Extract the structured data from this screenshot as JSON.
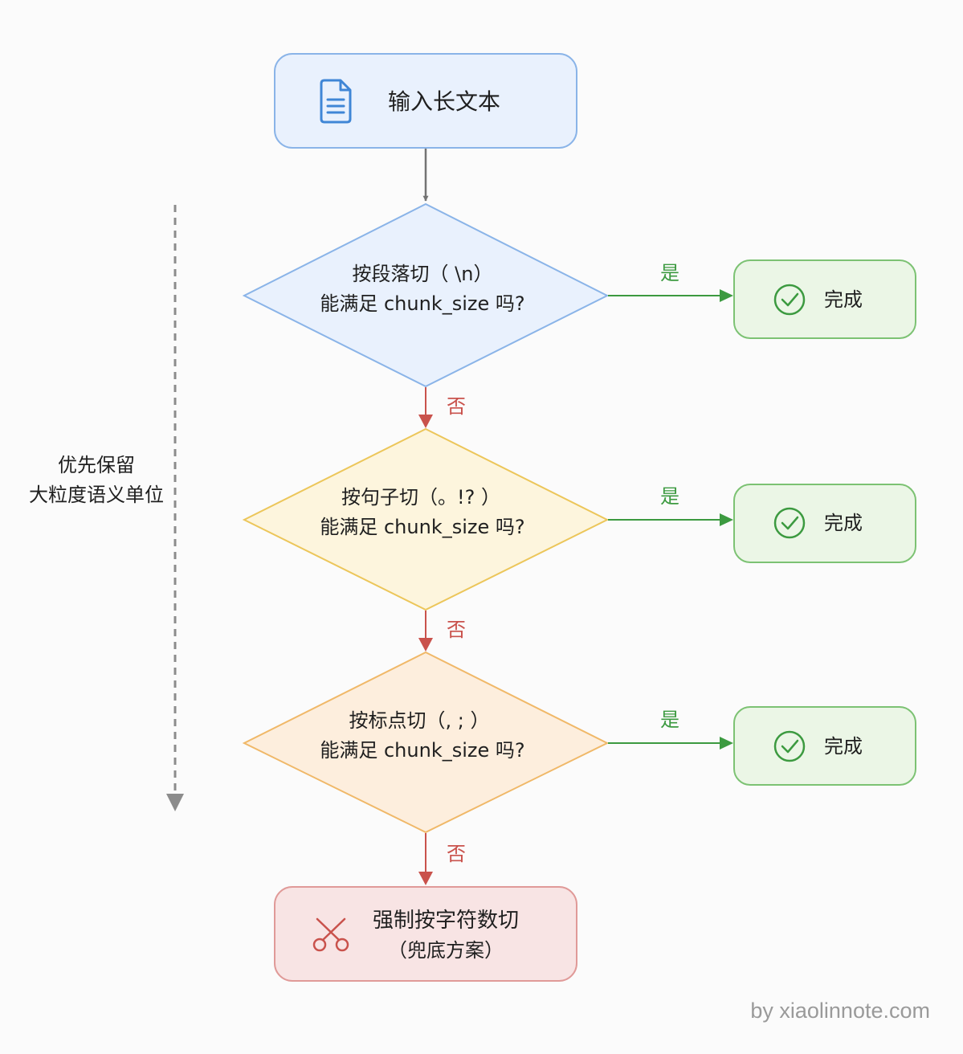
{
  "start": {
    "label": "输入长文本",
    "icon": "document-icon"
  },
  "decisions": [
    {
      "line1": "按段落切（ \\n）",
      "line2": "能满足 chunk_size 吗?",
      "yes_label": "是",
      "no_label": "否",
      "done_label": "完成"
    },
    {
      "line1": "按句子切（。!? ）",
      "line2": "能满足 chunk_size 吗?",
      "yes_label": "是",
      "no_label": "否",
      "done_label": "完成"
    },
    {
      "line1": "按标点切（, ; ）",
      "line2": "能满足 chunk_size 吗?",
      "yes_label": "是",
      "no_label": "否",
      "done_label": "完成"
    }
  ],
  "fallback": {
    "line1": "强制按字符数切",
    "line2": "（兜底方案）",
    "icon": "scissors-icon"
  },
  "priority": {
    "line1": "优先保留",
    "line2": "大粒度语义单位"
  },
  "watermark": "by xiaolinnote.com",
  "colors": {
    "start_fill": "#e9f1fd",
    "start_stroke": "#8ab4e8",
    "d1_fill": "#e9f1fd",
    "d1_stroke": "#8ab4e8",
    "d2_fill": "#fdf5dd",
    "d2_stroke": "#ecc65a",
    "d3_fill": "#fdeedd",
    "d3_stroke": "#f0b868",
    "done_fill": "#ebf6e6",
    "done_stroke": "#7cc273",
    "fallback_fill": "#f8e4e4",
    "fallback_stroke": "#e09a98",
    "yes_green": "#3c9a40",
    "no_red": "#c9524c",
    "flow_gray": "#737373"
  }
}
